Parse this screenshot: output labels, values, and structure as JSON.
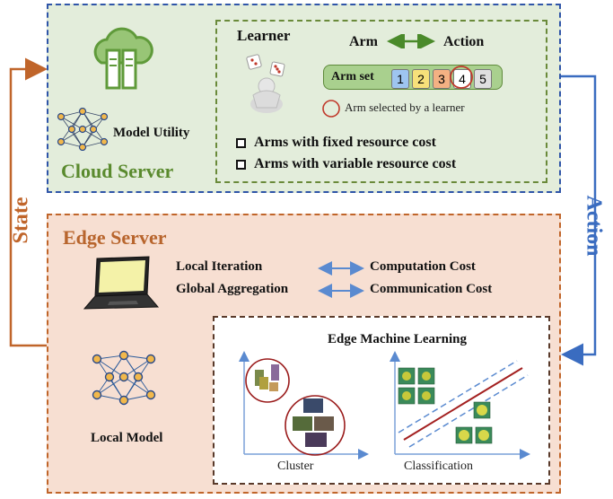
{
  "cloud": {
    "title": "Cloud Server",
    "model_utility": "Model Utility",
    "learner": "Learner",
    "arm": "Arm",
    "action": "Action",
    "arm_set": "Arm set",
    "arms": [
      "1",
      "2",
      "3",
      "4",
      "5"
    ],
    "arm_colors": [
      "#9ec5f0",
      "#f7e07a",
      "#f4b183",
      "#ffffff",
      "#e0e0e0"
    ],
    "selected_note": "Arm selected by a learner",
    "checks": [
      "Arms with fixed resource cost",
      "Arms with variable resource cost"
    ]
  },
  "edge": {
    "title": "Edge Server",
    "rows": [
      {
        "left": "Local Iteration",
        "right": "Computation Cost"
      },
      {
        "left": "Global Aggregation",
        "right": "Communication Cost"
      }
    ],
    "local_model": "Local Model",
    "eml_title": "Edge Machine Learning",
    "cluster": "Cluster",
    "classification": "Classification"
  },
  "side": {
    "state": "State",
    "action": "Action"
  },
  "colors": {
    "cloud_border": "#2f55a8",
    "edge_border": "#c0652a",
    "state_arrow": "#c0652a",
    "action_arrow": "#3a6cc0",
    "green_arrow": "#4a8a2a",
    "blue_arrow": "#5a8ad0"
  }
}
